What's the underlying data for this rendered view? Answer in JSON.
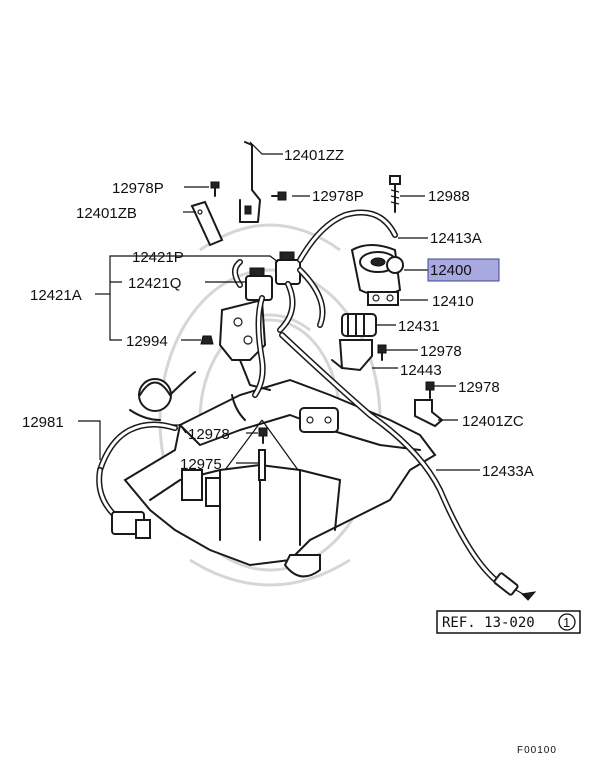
{
  "labels": {
    "p12401ZZ": "12401ZZ",
    "p12978P_top": "12978P",
    "p12978P_mid": "12978P",
    "p12988": "12988",
    "p12401ZB": "12401ZB",
    "p12413A": "12413A",
    "p12421P": "12421P",
    "p12400": "12400",
    "p12421Q": "12421Q",
    "p12421A": "12421A",
    "p12410": "12410",
    "p12431": "12431",
    "p12994": "12994",
    "p12978_r1": "12978",
    "p12443": "12443",
    "p12978_r2": "12978",
    "p12401ZC": "12401ZC",
    "p12981": "12981",
    "p12978_c": "12978",
    "p12975": "12975",
    "p12433A": "12433A"
  },
  "ref_box": {
    "text": "REF. 13-020",
    "circle": "1"
  },
  "figure_code": "F00100",
  "colors": {
    "highlight": "#a7a9e0",
    "line": "#1a1a1a"
  }
}
